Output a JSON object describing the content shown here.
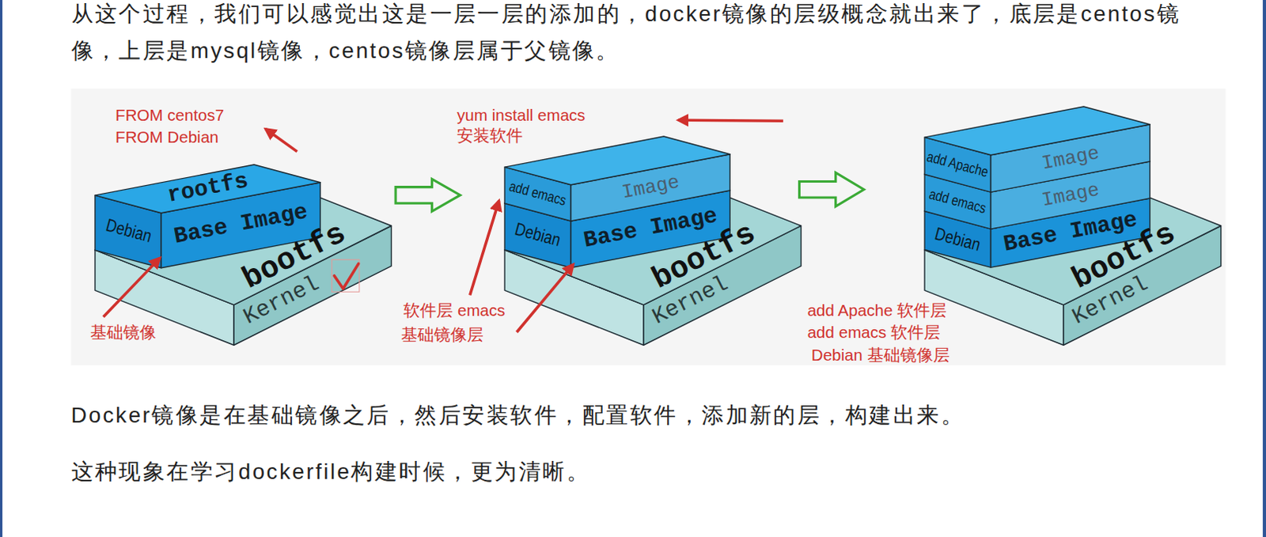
{
  "diagram": {
    "nodes": [
      {
        "text": [
          "rootfs",
          "Debian",
          "Base Image"
        ]
      },
      {
        "text": [
          "bootfs",
          "Kernel"
        ]
      },
      {
        "text": [
          "add emacs",
          "Image"
        ]
      },
      {
        "text": [
          "Debian",
          "Base Image"
        ]
      },
      {
        "text": [
          "bootfs",
          "Kernel"
        ]
      },
      {
        "text": [
          "add Apache",
          "Image"
        ]
      },
      {
        "text": [
          "add emacs",
          "Image"
        ]
      },
      {
        "text": [
          "Debian",
          "Base Image"
        ]
      },
      {
        "text": [
          "bootfs",
          "Kernel"
        ]
      }
    ],
    "labels": [
      "从这个过程，我们可以感觉出这是一层一层的添加的，docker镜像的层级概念就出来了，底层是centos镜像，上层是mysql镜像，centos镜像层属于父镜像。",
      "FROM centos7",
      "FROM Debian",
      "yum install emacs",
      "安装软件",
      "基础镜像",
      "软件层 emacs",
      "基础镜像层",
      "add Apache 软件层",
      "add emacs 软件层",
      "Debian 基础镜像层",
      "Docker镜像是在基础镜像之后，然后安装软件，配置软件，添加新的层，构建出来。",
      "这种现象在学习dockerfile构建时候，更为清晰。"
    ]
  }
}
